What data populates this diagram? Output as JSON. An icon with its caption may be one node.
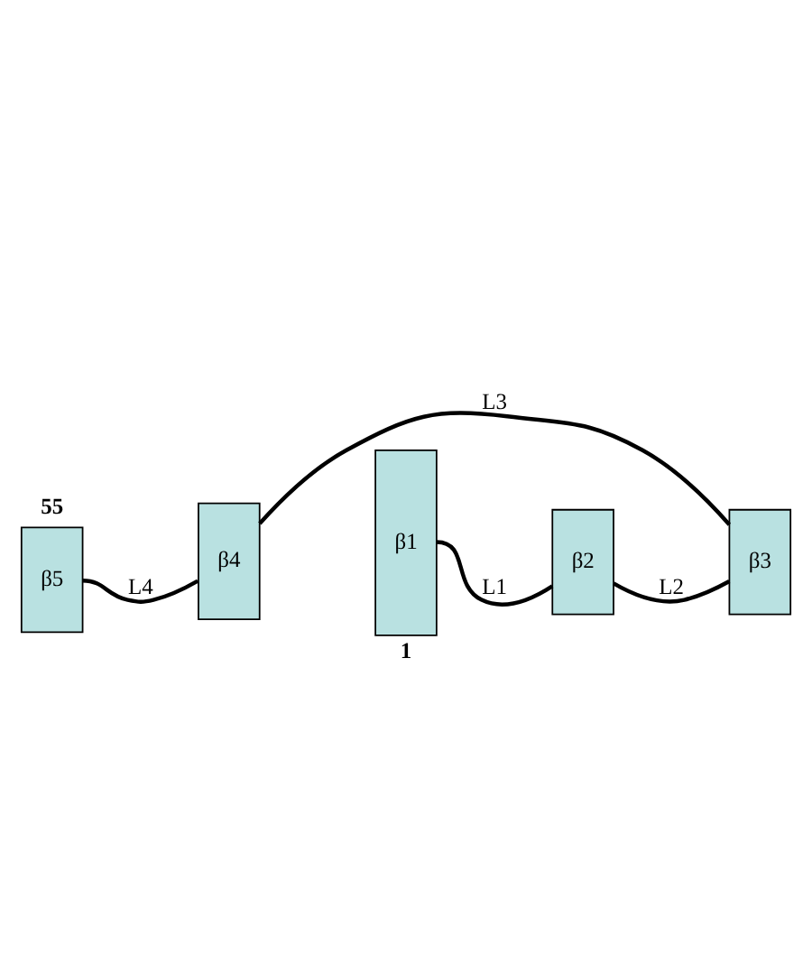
{
  "diagram": {
    "nodes": [
      {
        "text": [
          "β1"
        ],
        "beside": [
          "1"
        ]
      },
      {
        "text": [
          "β2"
        ]
      },
      {
        "text": [
          "β3"
        ]
      },
      {
        "text": [
          "β4"
        ]
      },
      {
        "text": [
          "β5"
        ],
        "beside": [
          "55"
        ]
      }
    ],
    "edges": [
      {
        "from": 0,
        "to": 1,
        "arrow": "none",
        "label": "L1"
      },
      {
        "from": 1,
        "to": 2,
        "arrow": "none",
        "label": "L2"
      },
      {
        "from": 2,
        "to": 3,
        "arrow": "none",
        "label": "L3"
      },
      {
        "from": 3,
        "to": 4,
        "arrow": "none",
        "label": "L4"
      }
    ]
  }
}
